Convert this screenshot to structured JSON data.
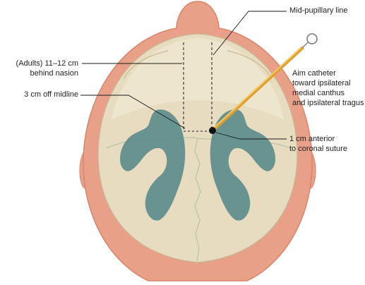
{
  "labels": {
    "mid_pupillary_line": "Mid-pupillary line",
    "adults_distance_line1": "(Adults) 11–12 cm",
    "adults_distance_line2": "behind nasion",
    "off_midline": "3 cm off midline",
    "aim_line1": "Aim catheter",
    "aim_line2": "toward ipsilateral",
    "aim_line3": "medial canthus",
    "aim_line4": "and ipsilateral tragus",
    "anterior_line1": "1 cm anterior",
    "anterior_line2": "to coronal suture"
  },
  "colors": {
    "scalp": "#e9a088",
    "scalp_edge": "#d98468",
    "skull": "#e8dcc0",
    "skull_light": "#efe6d0",
    "ventricle": "#5c8c8c",
    "catheter": "#f0b840",
    "leader_line": "#1a1a1a"
  }
}
